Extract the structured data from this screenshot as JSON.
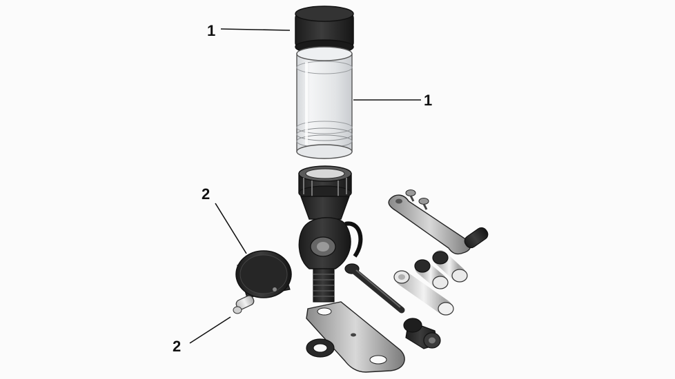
{
  "callouts": [
    {
      "id": "c1",
      "text": "1"
    },
    {
      "id": "c2",
      "text": "1"
    },
    {
      "id": "c3",
      "text": "2"
    },
    {
      "id": "c4",
      "text": "2"
    }
  ],
  "colors": {
    "background": "#fbfbfb",
    "dark_part": "#2a2a2a",
    "mid_part": "#6e6e6e",
    "light_part": "#cfcfcf",
    "glass": "#e4e6e8",
    "outline": "#222222"
  },
  "parts": [
    "reservoir-cap",
    "reservoir-tube",
    "threaded-collar",
    "measuring-body",
    "drop-tube",
    "mounting-bracket",
    "washer",
    "metering-drum",
    "lock-pin",
    "crank-handle",
    "screws",
    "long-bolt",
    "metering-insert-tall",
    "metering-insert-short",
    "metering-insert-small",
    "knob"
  ]
}
